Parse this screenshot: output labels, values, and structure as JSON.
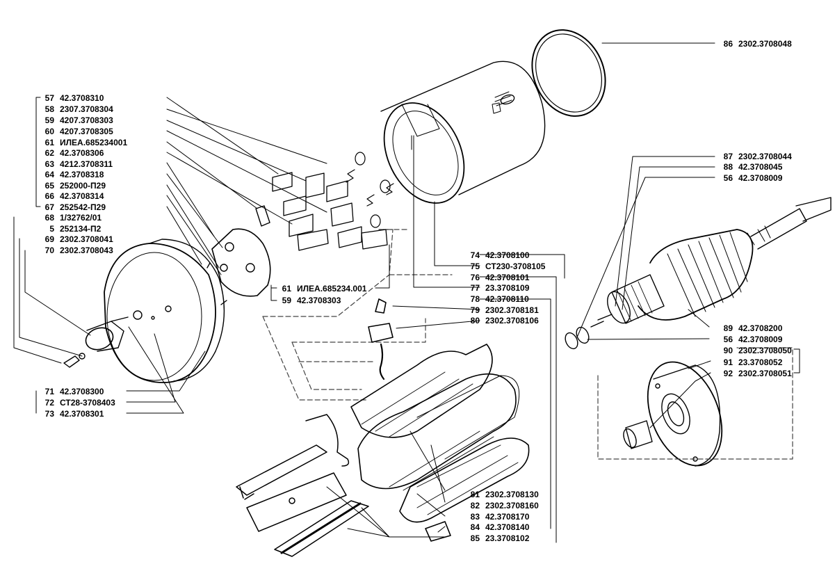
{
  "callouts": [
    {
      "num": "57",
      "code": "42.3708310"
    },
    {
      "num": "58",
      "code": "2307.3708304"
    },
    {
      "num": "59",
      "code": "4207.3708303"
    },
    {
      "num": "60",
      "code": "4207.3708305"
    },
    {
      "num": "61",
      "code": "ИЛЕА.685234001"
    },
    {
      "num": "62",
      "code": "42.3708306"
    },
    {
      "num": "63",
      "code": "4212.3708311"
    },
    {
      "num": "64",
      "code": "42.3708318"
    },
    {
      "num": "65",
      "code": "252000-П29"
    },
    {
      "num": "66",
      "code": "42.3708314"
    },
    {
      "num": "67",
      "code": "252542-П29"
    },
    {
      "num": "68",
      "code": "1/32762/01"
    },
    {
      "num": "5",
      "code": "252134-П2"
    },
    {
      "num": "69",
      "code": "2302.3708041"
    },
    {
      "num": "70",
      "code": "2302.3708043"
    },
    {
      "num": "61",
      "code": "ИЛЕА.685234.001"
    },
    {
      "num": "59",
      "code": "42.3708303"
    },
    {
      "num": "71",
      "code": "42.3708300"
    },
    {
      "num": "72",
      "code": "СТ28-3708403"
    },
    {
      "num": "73",
      "code": "42.3708301"
    },
    {
      "num": "86",
      "code": "2302.3708048"
    },
    {
      "num": "87",
      "code": "2302.3708044"
    },
    {
      "num": "88",
      "code": "42.3708045"
    },
    {
      "num": "56",
      "code": "42.3708009"
    },
    {
      "num": "74",
      "code": "42.3708100"
    },
    {
      "num": "75",
      "code": "СТ230-3708105"
    },
    {
      "num": "76",
      "code": "42.3708101"
    },
    {
      "num": "77",
      "code": "23.3708109"
    },
    {
      "num": "78",
      "code": "42.3708110"
    },
    {
      "num": "79",
      "code": "2302.3708181"
    },
    {
      "num": "80",
      "code": "2302.3708106"
    },
    {
      "num": "89",
      "code": "42.3708200"
    },
    {
      "num": "56",
      "code": "42.3708009"
    },
    {
      "num": "90",
      "code": "2302.3708050"
    },
    {
      "num": "91",
      "code": "23.3708052"
    },
    {
      "num": "92",
      "code": "2302.3708051"
    },
    {
      "num": "81",
      "code": "2302.3708130"
    },
    {
      "num": "82",
      "code": "2302.3708160"
    },
    {
      "num": "83",
      "code": "42.3708170"
    },
    {
      "num": "84",
      "code": "42.3708140"
    },
    {
      "num": "85",
      "code": "23.3708102"
    }
  ]
}
